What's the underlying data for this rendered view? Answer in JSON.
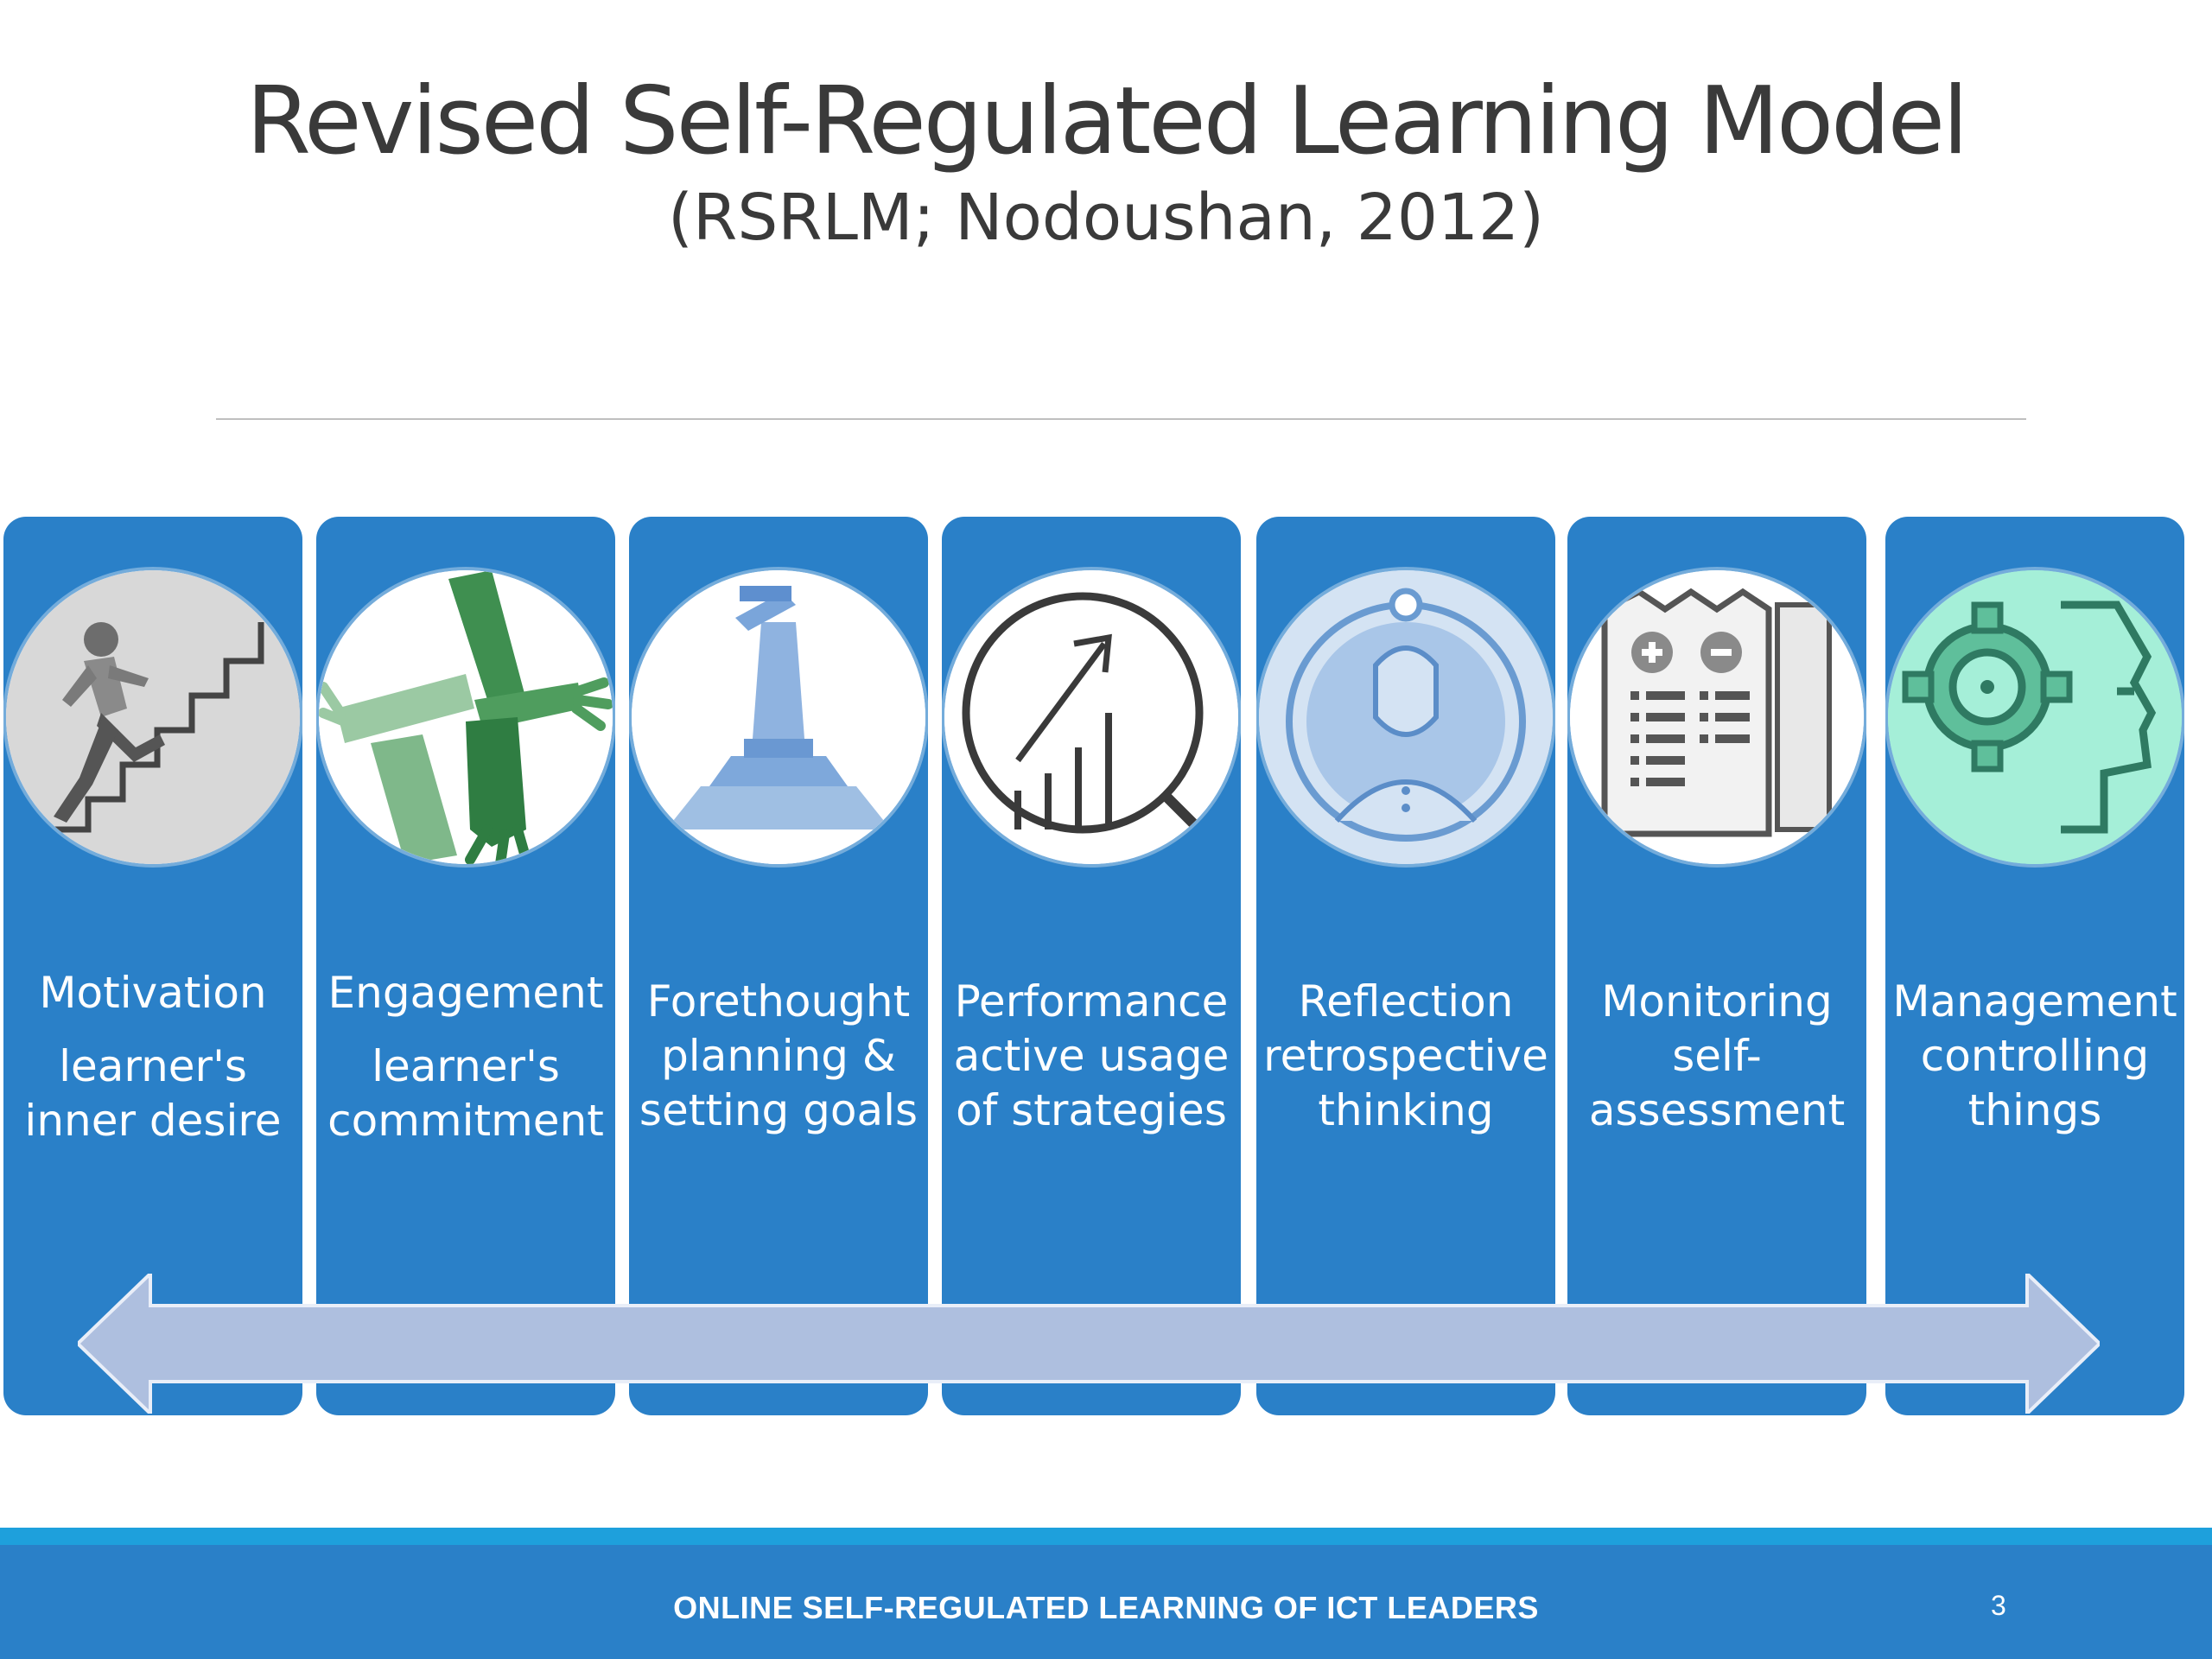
{
  "slide": {
    "title": "Revised Self-Regulated Learning Model",
    "subtitle": "(RSRLM; Nodoushan, 2012)",
    "footer": "ONLINE SELF-REGULATED LEARNING OF ICT LEADERS",
    "page_number": "3"
  },
  "stages": [
    {
      "name": "Motivation",
      "description": "learner's inner desire",
      "icon": "stairs-climber-icon"
    },
    {
      "name": "Engagement",
      "description": "learner's commitment",
      "icon": "joined-hands-icon"
    },
    {
      "name": "Forethought",
      "description": "planning & setting goals",
      "icon": "lookout-on-pedestal-icon"
    },
    {
      "name": "Performance",
      "description": "active usage of strategies",
      "icon": "growth-chart-magnifier-icon"
    },
    {
      "name": "Reflection",
      "description": "retrospective thinking",
      "icon": "person-cycle-icon"
    },
    {
      "name": "Monitoring",
      "description": "self-assessment",
      "description_lines": [
        "self-",
        "assessment"
      ],
      "icon": "plus-minus-checklist-icon"
    },
    {
      "name": "Management",
      "description": "controlling things",
      "icon": "gear-head-icon"
    }
  ],
  "colors": {
    "panel": "#2a80c8",
    "arrow": "#aebfdf",
    "footer": "#2a80c8",
    "footer_accent": "#1ea0dc",
    "title": "#3a3a3a"
  }
}
